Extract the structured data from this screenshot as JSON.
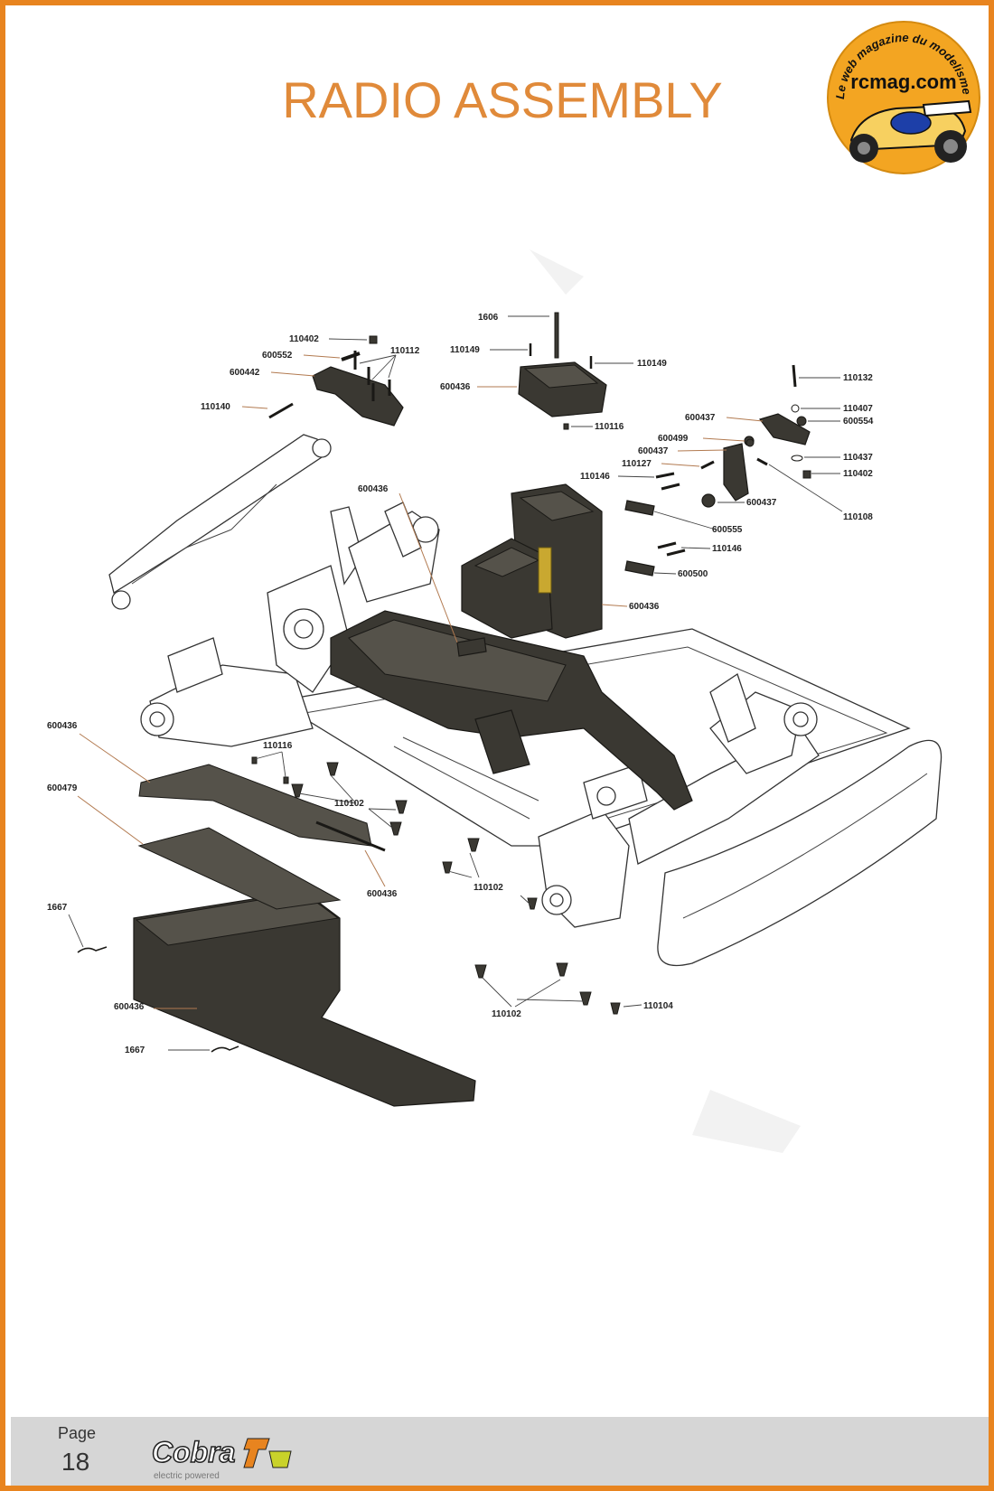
{
  "title": "RADIO ASSEMBLY",
  "logo": {
    "top_text": "Le web magazine du modelisme",
    "brand": "rcmag.com",
    "colors": {
      "ring": "#f3a522",
      "text": "#111111"
    }
  },
  "callouts": [
    {
      "id": "c-1606",
      "text": "1606"
    },
    {
      "id": "c-110402-a",
      "text": "110402"
    },
    {
      "id": "c-600552",
      "text": "600552"
    },
    {
      "id": "c-110112",
      "text": "110112"
    },
    {
      "id": "c-600442",
      "text": "600442"
    },
    {
      "id": "c-110140",
      "text": "110140"
    },
    {
      "id": "c-110149-a",
      "text": "110149"
    },
    {
      "id": "c-110149-b",
      "text": "110149"
    },
    {
      "id": "c-600436-top",
      "text": "600436"
    },
    {
      "id": "c-110116-a",
      "text": "110116"
    },
    {
      "id": "c-110132",
      "text": "110132"
    },
    {
      "id": "c-110407",
      "text": "110407"
    },
    {
      "id": "c-600437-a",
      "text": "600437"
    },
    {
      "id": "c-600554",
      "text": "600554"
    },
    {
      "id": "c-600499",
      "text": "600499"
    },
    {
      "id": "c-600437-b",
      "text": "600437"
    },
    {
      "id": "c-110437",
      "text": "110437"
    },
    {
      "id": "c-110127",
      "text": "110127"
    },
    {
      "id": "c-110402-b",
      "text": "110402"
    },
    {
      "id": "c-110146-a",
      "text": "110146"
    },
    {
      "id": "c-600437-c",
      "text": "600437"
    },
    {
      "id": "c-110108",
      "text": "110108"
    },
    {
      "id": "c-600436-mid",
      "text": "600436"
    },
    {
      "id": "c-600555",
      "text": "600555"
    },
    {
      "id": "c-110146-b",
      "text": "110146"
    },
    {
      "id": "c-600500",
      "text": "600500"
    },
    {
      "id": "c-600436-esc",
      "text": "600436"
    },
    {
      "id": "c-600436-left",
      "text": "600436"
    },
    {
      "id": "c-110116-b",
      "text": "110116"
    },
    {
      "id": "c-600479",
      "text": "600479"
    },
    {
      "id": "c-110102-a",
      "text": "110102"
    },
    {
      "id": "c-600436-rod",
      "text": "600436"
    },
    {
      "id": "c-110102-b",
      "text": "110102"
    },
    {
      "id": "c-1667-a",
      "text": "1667"
    },
    {
      "id": "c-600436-tray",
      "text": "600436"
    },
    {
      "id": "c-110102-c",
      "text": "110102"
    },
    {
      "id": "c-110104",
      "text": "110104"
    },
    {
      "id": "c-1667-b",
      "text": "1667"
    }
  ],
  "footer": {
    "page_label": "Page",
    "page_number": "18",
    "brand": "Cobra",
    "brand_sub": "electric powered"
  }
}
